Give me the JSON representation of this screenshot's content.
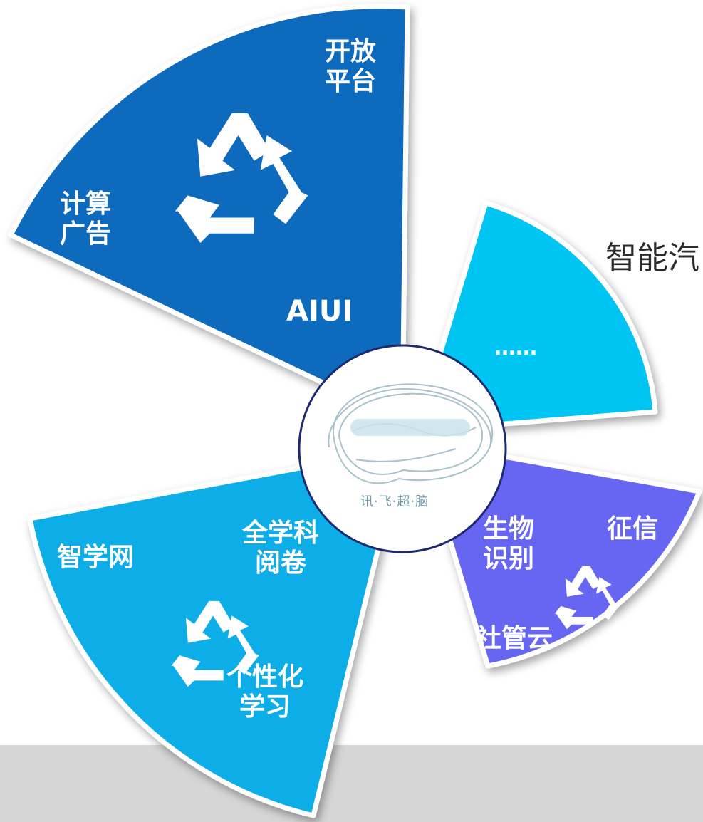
{
  "colors": {
    "navy_sector": "#0a6bbd",
    "cyan_sector": "#00c4f1",
    "sky_sector": "#0aaee8",
    "purple_sector": "#6666f2",
    "footer": "#d6d6d6",
    "logo_ring": "#1e2a6e"
  },
  "sectors": {
    "top": {
      "lines_a": [
        "开放",
        "平台"
      ],
      "lines_b": [
        "计算",
        "广告"
      ],
      "label_c": "AIUI",
      "icon": "recycle-icon"
    },
    "right": {
      "label": "……"
    },
    "bottom_left": {
      "label_a": "智学网",
      "lines_b": [
        "全学科",
        "阅卷"
      ],
      "lines_c": [
        "个性化",
        "学习"
      ],
      "icon": "recycle-icon"
    },
    "bottom_right": {
      "lines_a": [
        "生物",
        "识别"
      ],
      "label_b": "征信",
      "label_c": "社管云",
      "icon": "recycle-icon"
    }
  },
  "side_text": "智能汽",
  "center_logo": {
    "text": "讯·飞·超·脑",
    "icon": "brain-logo"
  }
}
